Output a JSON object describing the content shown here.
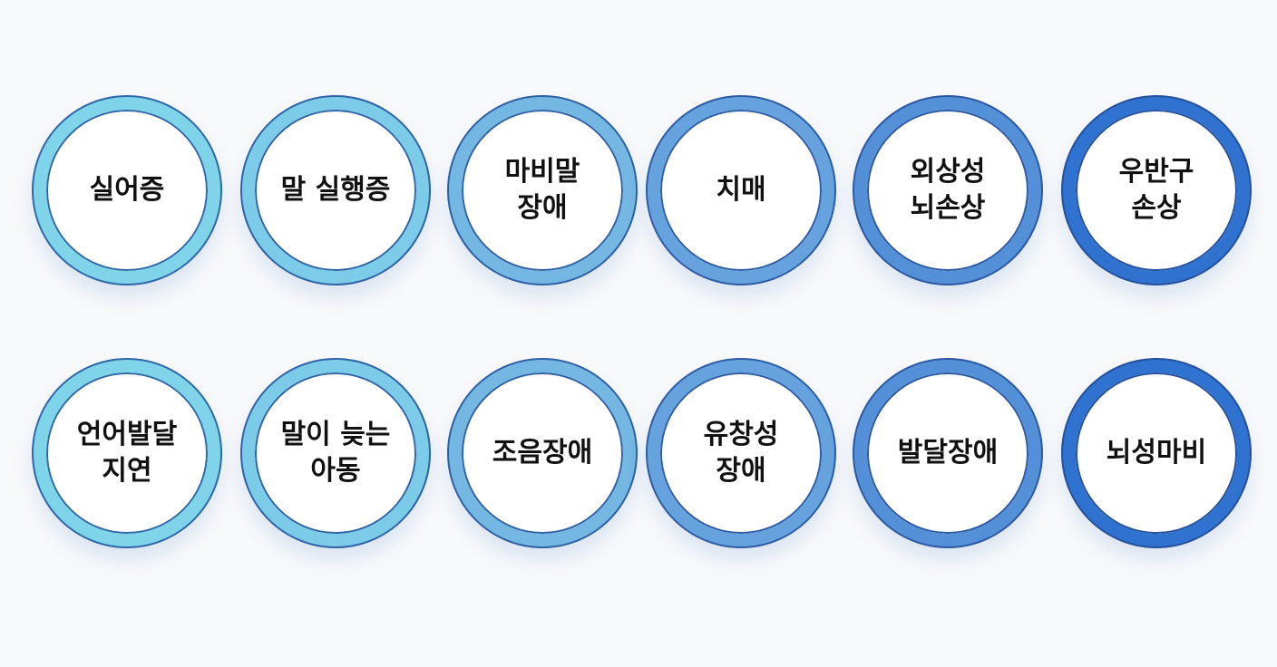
{
  "items": [
    {
      "label": "실어증",
      "ring": "#7fd4ea",
      "outline": "#2e68a8"
    },
    {
      "label": "말 실행증",
      "ring": "#7ccbe8",
      "outline": "#2e64a6"
    },
    {
      "label": "마비말\n장애",
      "ring": "#74b7e3",
      "outline": "#2e60a4"
    },
    {
      "label": "치매",
      "ring": "#66a3de",
      "outline": "#2d5ca4"
    },
    {
      "label": "외상성\n뇌손상",
      "ring": "#5390d8",
      "outline": "#2c58a2"
    },
    {
      "label": "우반구\n손상",
      "ring": "#2f72d0",
      "outline": "#24509c"
    },
    {
      "label": "언어발달\n지연",
      "ring": "#7fd4ea",
      "outline": "#2e68a8"
    },
    {
      "label": "말이 늦는\n아동",
      "ring": "#7ccbe8",
      "outline": "#2e64a6"
    },
    {
      "label": "조음장애",
      "ring": "#74b7e3",
      "outline": "#2e60a4"
    },
    {
      "label": "유창성\n장애",
      "ring": "#66a3de",
      "outline": "#2d5ca4"
    },
    {
      "label": "발달장애",
      "ring": "#5390d8",
      "outline": "#2c58a2"
    },
    {
      "label": "뇌성마비",
      "ring": "#2f72d0",
      "outline": "#24509c"
    }
  ]
}
